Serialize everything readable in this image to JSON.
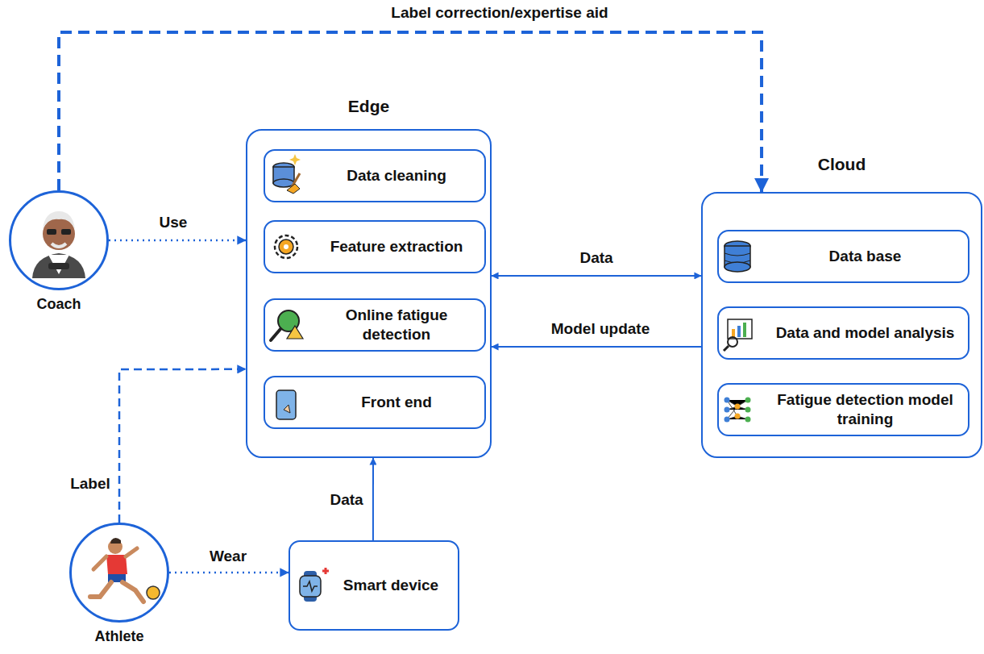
{
  "diagram": {
    "nodes": [
      {
        "text": [
          "Coach"
        ]
      },
      {
        "text": [
          "Edge"
        ]
      },
      {
        "text": [
          "Data cleaning"
        ],
        "in": 1
      },
      {
        "text": [
          "Feature extraction"
        ],
        "in": 1
      },
      {
        "text": [
          "Online fatigue detection"
        ],
        "in": 1
      },
      {
        "text": [
          "Front end"
        ],
        "in": 1
      },
      {
        "text": [
          "Cloud"
        ]
      },
      {
        "text": [
          "Data base"
        ],
        "in": 6
      },
      {
        "text": [
          "Data and model analysis"
        ],
        "in": 6
      },
      {
        "text": [
          "Fatigue detection model training"
        ],
        "in": 6
      },
      {
        "text": [
          "Athlete"
        ]
      },
      {
        "text": [
          "Smart device"
        ]
      }
    ],
    "edges": [
      {
        "from": 0,
        "to": 6,
        "label": "Label correction/expertise aid",
        "arrow": "to"
      },
      {
        "from": 0,
        "to": 1,
        "label": "Use",
        "arrow": "to"
      },
      {
        "from": 1,
        "to": 6,
        "label": "Data",
        "arrow": "both"
      },
      {
        "from": 6,
        "to": 1,
        "label": "Model update",
        "arrow": "to"
      },
      {
        "from": 10,
        "to": 1,
        "label": "Label",
        "arrow": "to"
      },
      {
        "from": 10,
        "to": 11,
        "label": "Wear",
        "arrow": "to"
      },
      {
        "from": 11,
        "to": 1,
        "label": "Data",
        "arrow": "to"
      }
    ]
  }
}
